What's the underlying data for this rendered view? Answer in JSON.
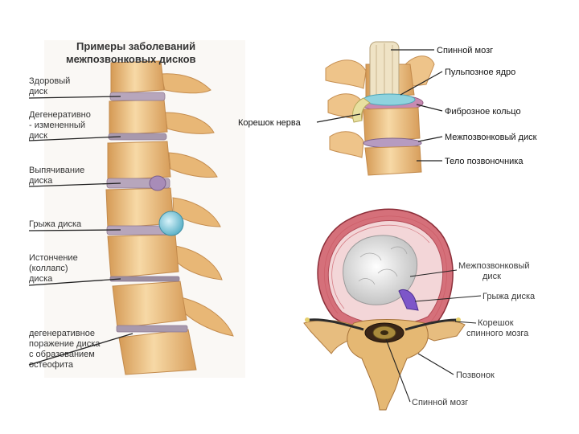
{
  "left_panel": {
    "title_line1": "Примеры заболеваний",
    "title_line2": "межпозвонковых дисков",
    "labels": [
      [
        "Здоровый",
        "диск"
      ],
      [
        "Дегенеративно",
        "- измененный",
        "диск"
      ],
      [
        "Выпячивание",
        "диска"
      ],
      [
        "Грыжа диска"
      ],
      [
        "Истончение",
        "(коллапс)",
        "диска"
      ],
      [
        "дегенеративное",
        "поражение диска",
        "с образованием",
        "остеофита"
      ]
    ]
  },
  "top_right_panel": {
    "labels": {
      "spinal_cord": "Спинной мозг",
      "nucleus": "Пульпозное ядро",
      "annulus": "Фиброзное кольцо",
      "nerve_root": "Корешок нерва",
      "disc": "Межпозвонковый диск",
      "vertebral_body": "Тело позвоночника"
    }
  },
  "bottom_right_panel": {
    "labels": {
      "disc_line1": "Межпозвонковый",
      "disc_line2": "диск",
      "herniation": "Грыжа диска",
      "root_line1": "Корешок",
      "root_line2": "спинного мозга",
      "vertebra": "Позвонок",
      "spinal_cord": "Спинной мозг"
    }
  },
  "colors": {
    "bone": "#f2c98a",
    "bone_dark": "#d9a25c",
    "disc": "#b3a3b8",
    "nucleus": "#7fc8d8",
    "annulus_red": "#c9535e",
    "hernia": "#7d56c9",
    "nerve": "#f3e6b8"
  }
}
